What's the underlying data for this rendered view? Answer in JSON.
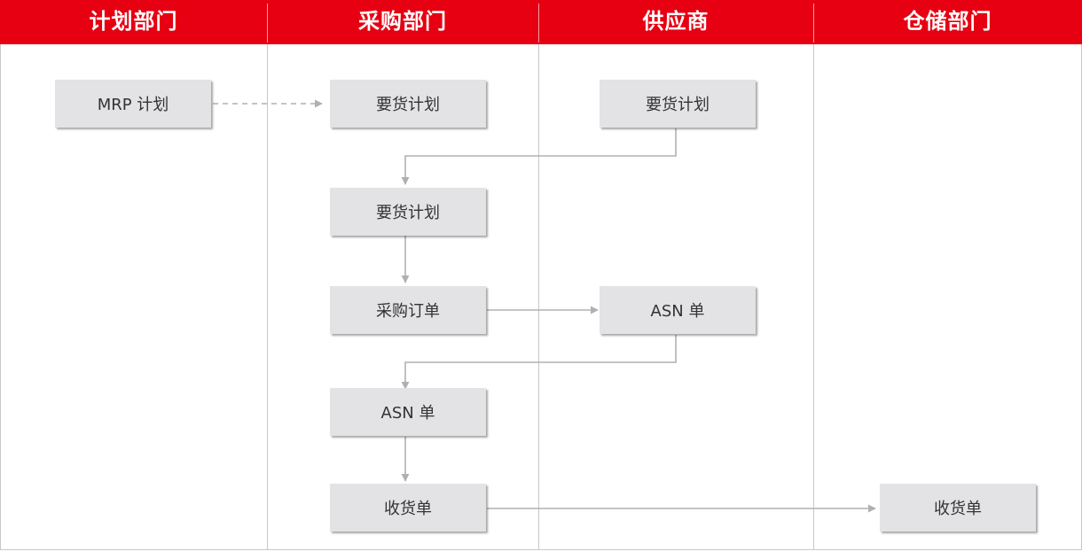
{
  "colors": {
    "header": "#e60012",
    "node": "#e3e3e5",
    "line": "#b0b0b0",
    "lane_divider": "#c8c8c8"
  },
  "lanes": [
    {
      "title": "计划部门"
    },
    {
      "title": "采购部门"
    },
    {
      "title": "供应商"
    },
    {
      "title": "仓储部门"
    }
  ],
  "nodes": [
    {
      "label": "MRP 计划"
    },
    {
      "label": "要货计划"
    },
    {
      "label": "要货计划"
    },
    {
      "label": "要货计划"
    },
    {
      "label": "采购订单"
    },
    {
      "label": "ASN 单"
    },
    {
      "label": "ASN 单"
    },
    {
      "label": "收货单"
    },
    {
      "label": "收货单"
    }
  ],
  "edges": [
    {
      "from": "MRP 计划",
      "to": "要货计划",
      "style": "dashed"
    },
    {
      "from": "要货计划",
      "to": "要货计划",
      "style": "solid"
    },
    {
      "from": "要货计划",
      "to": "采购订单",
      "style": "solid"
    },
    {
      "from": "采购订单",
      "to": "ASN 单",
      "style": "solid"
    },
    {
      "from": "ASN 单",
      "to": "ASN 单",
      "style": "solid"
    },
    {
      "from": "ASN 单",
      "to": "收货单",
      "style": "solid"
    },
    {
      "from": "收货单",
      "to": "收货单",
      "style": "solid"
    }
  ]
}
